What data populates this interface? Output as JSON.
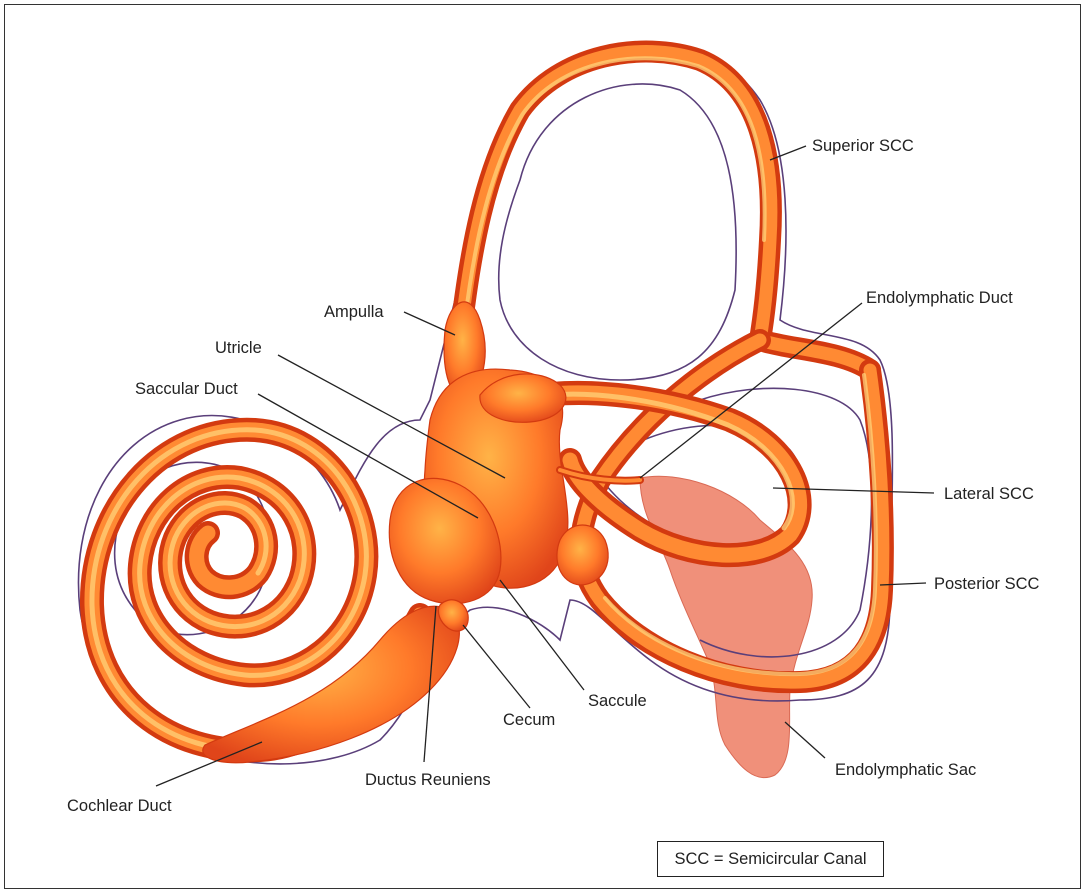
{
  "labels": {
    "superior_scc": "Superior SCC",
    "endolymphatic_duct": "Endolymphatic Duct",
    "ampulla": "Ampulla",
    "utricle": "Utricle",
    "saccular_duct": "Saccular Duct",
    "lateral_scc": "Lateral SCC",
    "posterior_scc": "Posterior SCC",
    "saccule": "Saccule",
    "cecum": "Cecum",
    "endolymphatic_sac": "Endolymphatic Sac",
    "ductus_reuniens": "Ductus Reuniens",
    "cochlear_duct": "Cochlear Duct"
  },
  "legend": "SCC = Semicircular Canal",
  "colors": {
    "tube_edge": "#d33a10",
    "tube_core": "#ff8a33",
    "tube_highlight": "#ffd27a",
    "membranous_outline": "#5a3f7a",
    "sac": "#f0907a"
  }
}
